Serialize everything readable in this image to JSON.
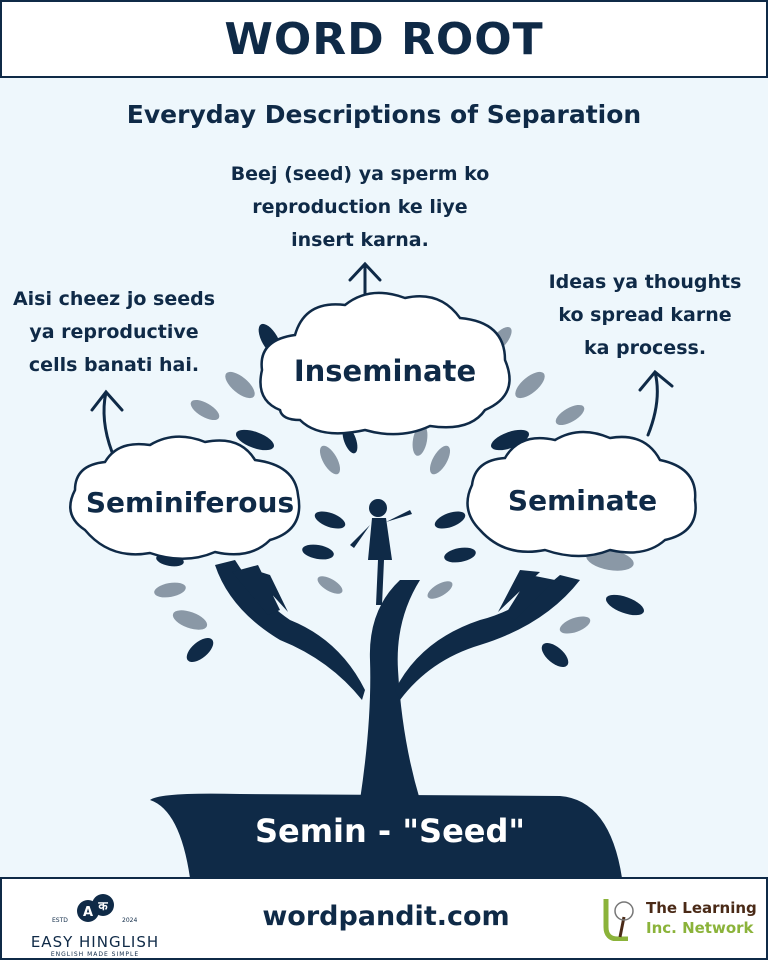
{
  "header": {
    "title": "WORD ROOT"
  },
  "subtitle": "Everyday Descriptions of Separation",
  "words": [
    {
      "label": "Inseminate",
      "description": [
        "Beej (seed) ya sperm ko",
        "reproduction ke liye",
        "insert karna."
      ]
    },
    {
      "label": "Seminiferous",
      "description": [
        "Aisi cheez jo seeds",
        "ya reproductive",
        "cells banati hai."
      ]
    },
    {
      "label": "Seminate",
      "description": [
        "Ideas ya thoughts",
        "ko spread karne",
        "ka process."
      ]
    }
  ],
  "root": "Semin - \"Seed\"",
  "footer": {
    "site": "wordpandit.com",
    "easy_hinglish": {
      "name": "EASY HINGLISH",
      "tagline": "ENGLISH MADE SIMPLE",
      "estd": "ESTD",
      "year": "2024",
      "a": "A",
      "ka": "क"
    },
    "learning": {
      "line1": "The Learning",
      "line2": "Inc. Network"
    }
  },
  "colors": {
    "navy": "#0f2a47",
    "background": "#eef7fc",
    "leaf_gray": "#8a98a6",
    "green": "#8bb33a"
  }
}
